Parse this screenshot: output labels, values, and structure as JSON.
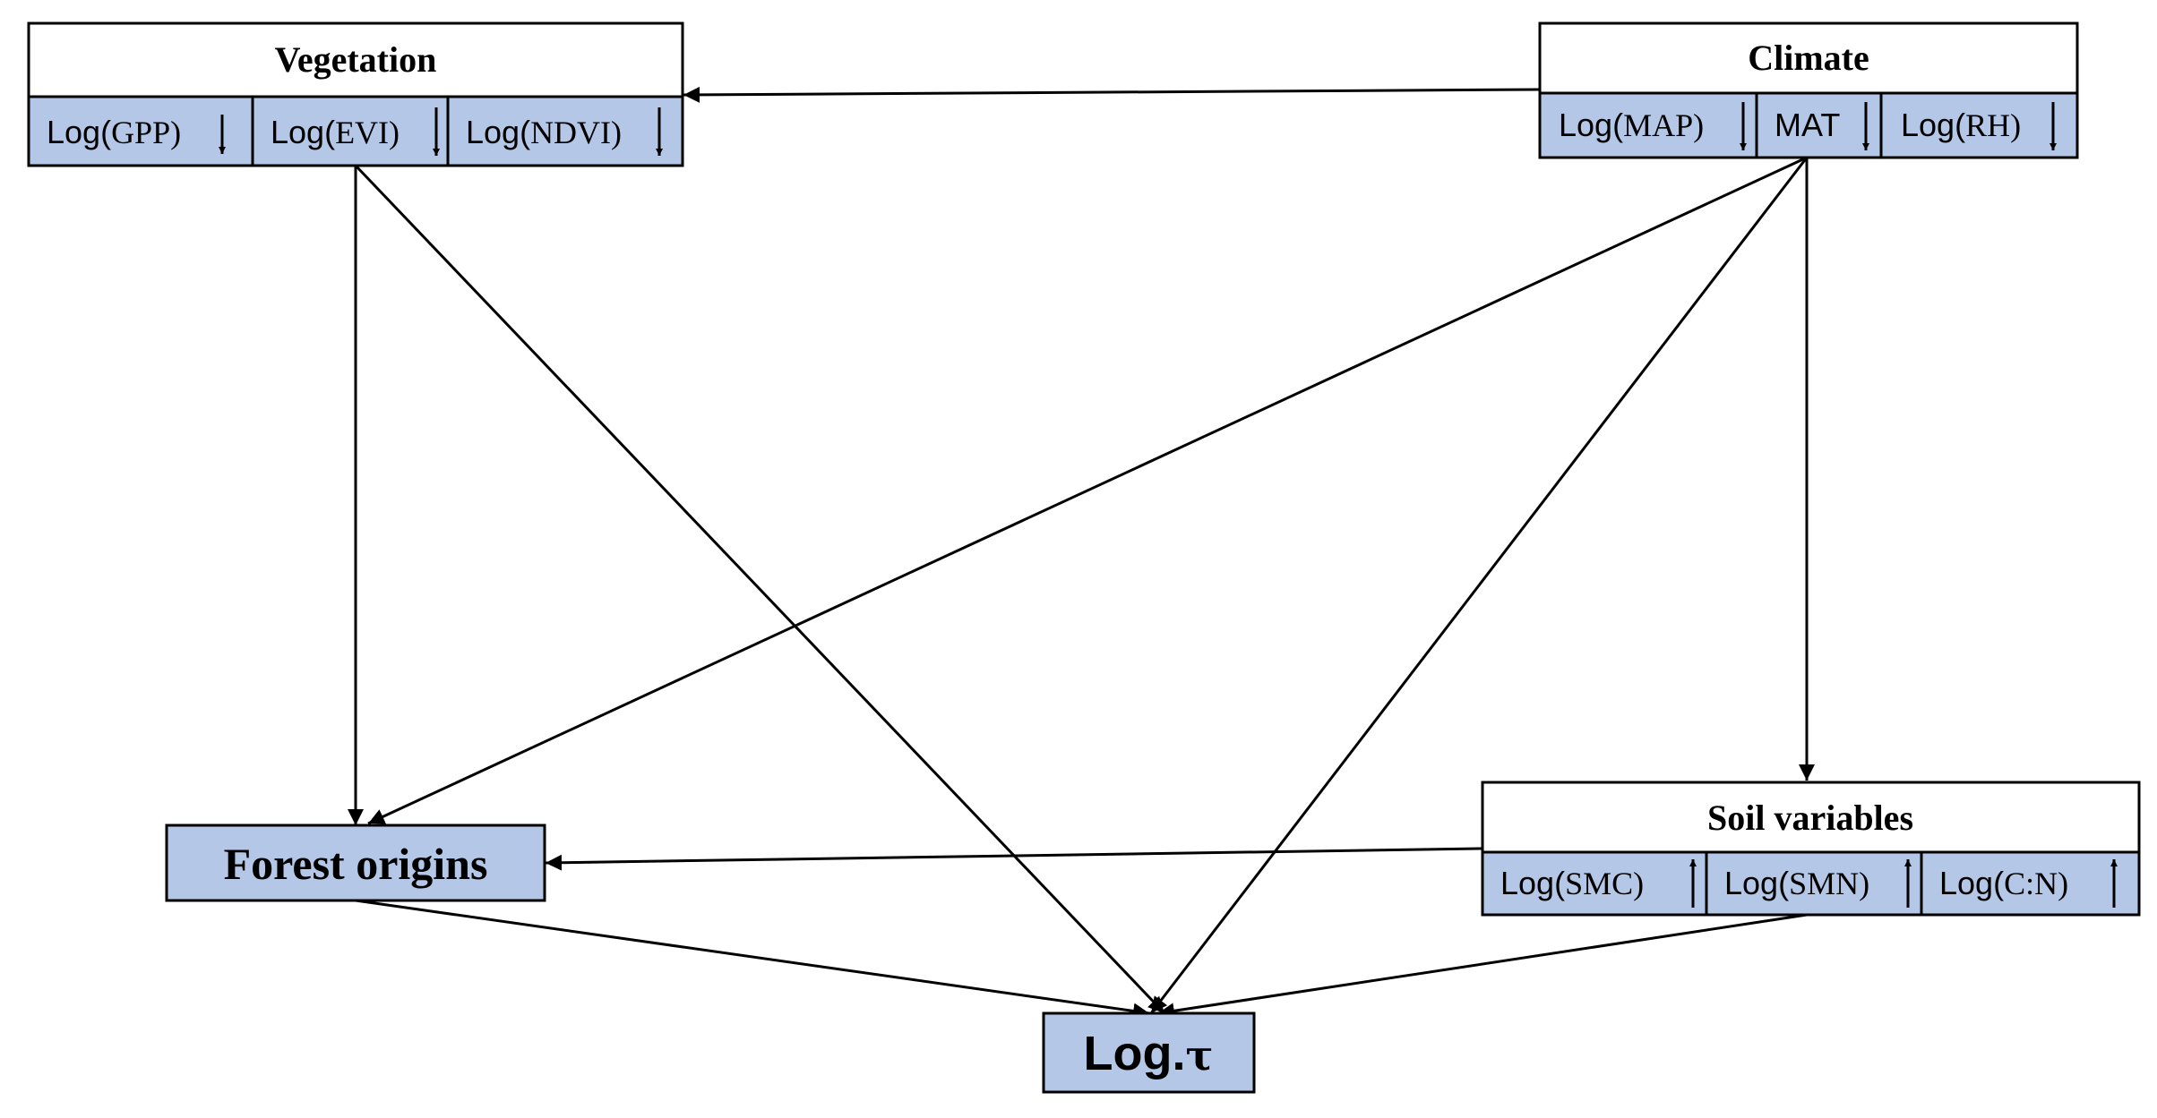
{
  "colors": {
    "cell_fill": "#b4c7e7",
    "header_fill": "#ffffff",
    "stroke": "#000000"
  },
  "vegetation": {
    "title": "Vegetation",
    "vars": [
      {
        "prefix": "Log(",
        "name": "GPP",
        "suffix": ")",
        "trend": "down"
      },
      {
        "prefix": "Log(",
        "name": "EVI",
        "suffix": ")",
        "trend": "down"
      },
      {
        "prefix": "Log(",
        "name": "NDVI",
        "suffix": ")",
        "trend": "down"
      }
    ]
  },
  "climate": {
    "title": "Climate",
    "vars": [
      {
        "prefix": "Log(",
        "name": "MAP",
        "suffix": ")",
        "trend": "down"
      },
      {
        "prefix": "",
        "name": "MAT",
        "suffix": "",
        "trend": "down"
      },
      {
        "prefix": "Log(",
        "name": "RH",
        "suffix": ")",
        "trend": "down"
      }
    ]
  },
  "soil": {
    "title": "Soil variables",
    "vars": [
      {
        "prefix": "Log(",
        "name": "SMC",
        "suffix": ")",
        "trend": "up"
      },
      {
        "prefix": "Log(",
        "name": "SMN",
        "suffix": ")",
        "trend": "up"
      },
      {
        "prefix": "Log(",
        "name": "C:N",
        "suffix": ")",
        "trend": "up"
      }
    ]
  },
  "forest_origins": {
    "label": "Forest origins"
  },
  "target": {
    "prefix": "Log.",
    "symbol": "τ"
  },
  "links": [
    {
      "from": "climate",
      "to": "vegetation"
    },
    {
      "from": "vegetation",
      "to": "forest_origins"
    },
    {
      "from": "vegetation",
      "to": "target"
    },
    {
      "from": "climate",
      "to": "forest_origins"
    },
    {
      "from": "climate",
      "to": "target"
    },
    {
      "from": "climate",
      "to": "soil"
    },
    {
      "from": "soil",
      "to": "forest_origins"
    },
    {
      "from": "forest_origins",
      "to": "target"
    },
    {
      "from": "soil",
      "to": "target"
    }
  ]
}
